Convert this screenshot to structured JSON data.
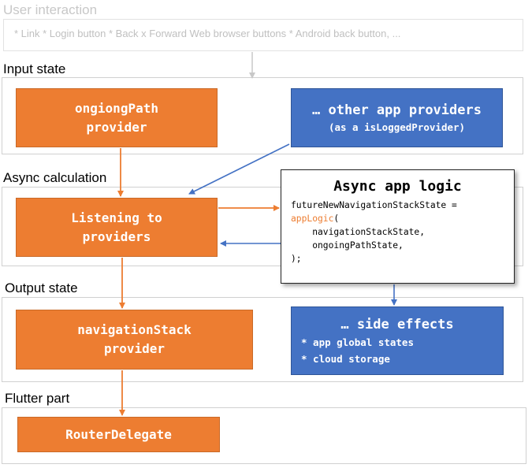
{
  "sections": {
    "user_interaction": "User interaction",
    "input_state": "Input state",
    "async_calculation": "Async calculation",
    "output_state": "Output state",
    "flutter_part": "Flutter part"
  },
  "user_interaction_examples": "* Link * Login button * Back x Forward Web browser buttons * Android back button, ...",
  "boxes": {
    "ongoing_path": [
      "ongiongPath",
      "provider"
    ],
    "other_providers": {
      "title": "… other app providers",
      "subtitle": "(as a isLoggedProvider)"
    },
    "listening": [
      "Listening to",
      "providers"
    ],
    "navigation_stack": [
      "navigationStack",
      "provider"
    ],
    "side_effects": {
      "title": "… side effects",
      "items": [
        "* app global states",
        "* cloud storage"
      ]
    },
    "router_delegate": "RouterDelegate"
  },
  "async_logic": {
    "title": "Async app logic",
    "code": {
      "line1": "futureNewNavigationStackState =",
      "fn_name": "appLogic",
      "paren_open": "(",
      "arg1": "    navigationStackState,",
      "arg2": "    ongoingPathState,",
      "close": ");"
    }
  },
  "colors": {
    "orange": "#ed7d31",
    "blue": "#4472c4",
    "panel_border": "#d0d0d0",
    "faded_text": "#c0c0c0"
  }
}
